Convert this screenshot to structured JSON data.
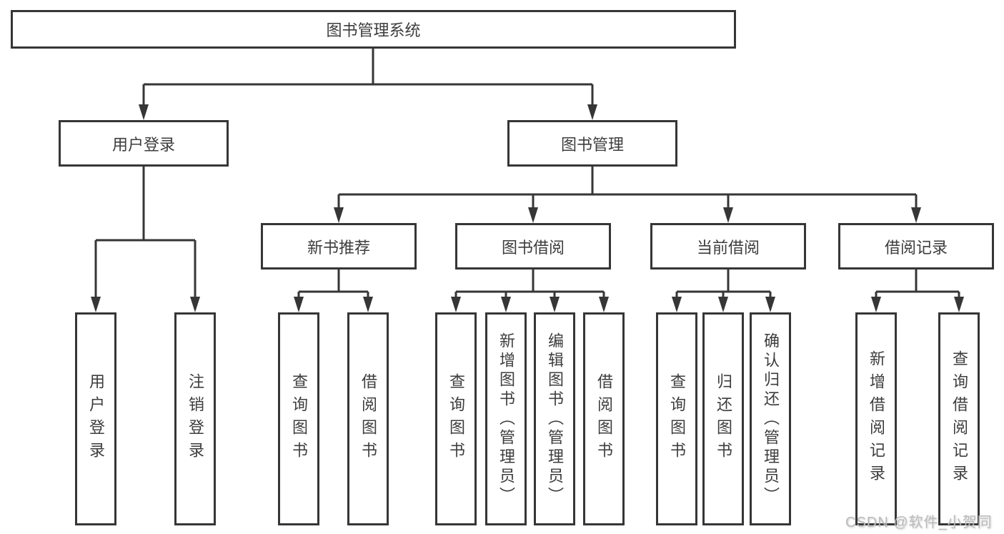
{
  "watermark": "CSDN @软件_小贺同学",
  "colors": {
    "line": "#363636",
    "box_border": "#363636",
    "box_background": "#ffffff",
    "text": "#3d3d3d",
    "watermark": "#bcbcbc",
    "page_background": "#ffffff"
  },
  "tree": {
    "root": {
      "label": "图书管理系统",
      "children": [
        {
          "label": "用户登录",
          "children": [
            {
              "label": "用户登录"
            },
            {
              "label": "注销登录"
            }
          ]
        },
        {
          "label": "图书管理",
          "children": [
            {
              "label": "新书推荐",
              "children": [
                {
                  "label": "查询图书"
                },
                {
                  "label": "借阅图书"
                }
              ]
            },
            {
              "label": "图书借阅",
              "children": [
                {
                  "label": "查询图书"
                },
                {
                  "label": "新增图书（管理员）"
                },
                {
                  "label": "编辑图书（管理员）"
                },
                {
                  "label": "借阅图书"
                }
              ]
            },
            {
              "label": "当前借阅",
              "children": [
                {
                  "label": "查询图书"
                },
                {
                  "label": "归还图书"
                },
                {
                  "label": "确认归还（管理员）"
                }
              ]
            },
            {
              "label": "借阅记录",
              "children": [
                {
                  "label": "新增借阅记录"
                },
                {
                  "label": "查询借阅记录"
                }
              ]
            }
          ]
        }
      ]
    }
  }
}
